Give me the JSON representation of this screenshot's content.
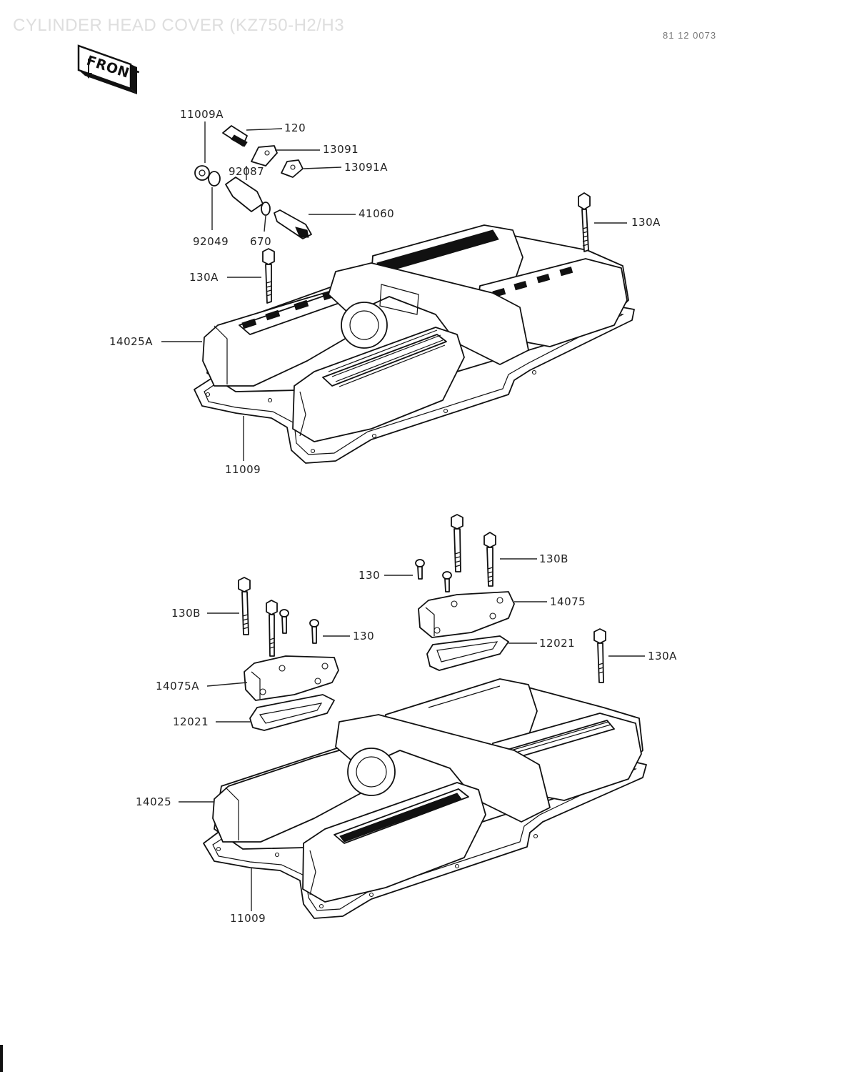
{
  "header": {
    "title": "CYLINDER HEAD COVER (KZ750-H2/H3",
    "code": "81 12 0073"
  },
  "front_badge": {
    "label": "FRONT",
    "icon": "front-arrow-icon"
  },
  "top_assembly": {
    "callouts": {
      "p11009A": "11009A",
      "p120": "120",
      "p13091": "13091",
      "p92087": "92087",
      "p13091A": "13091A",
      "p41060": "41060",
      "p130A_right": "130A",
      "p92049": "92049",
      "p670": "670",
      "p130A_left": "130A",
      "p14025A": "14025A",
      "p11009": "11009"
    }
  },
  "bottom_assembly": {
    "callouts": {
      "p130B_right": "130B",
      "p130_upper": "130",
      "p14075": "14075",
      "p130B_left": "130B",
      "p130_lower": "130",
      "p12021_right": "12021",
      "p130A": "130A",
      "p14075A": "14075A",
      "p12021_left": "12021",
      "p14025": "14025",
      "p11009": "11009"
    }
  }
}
